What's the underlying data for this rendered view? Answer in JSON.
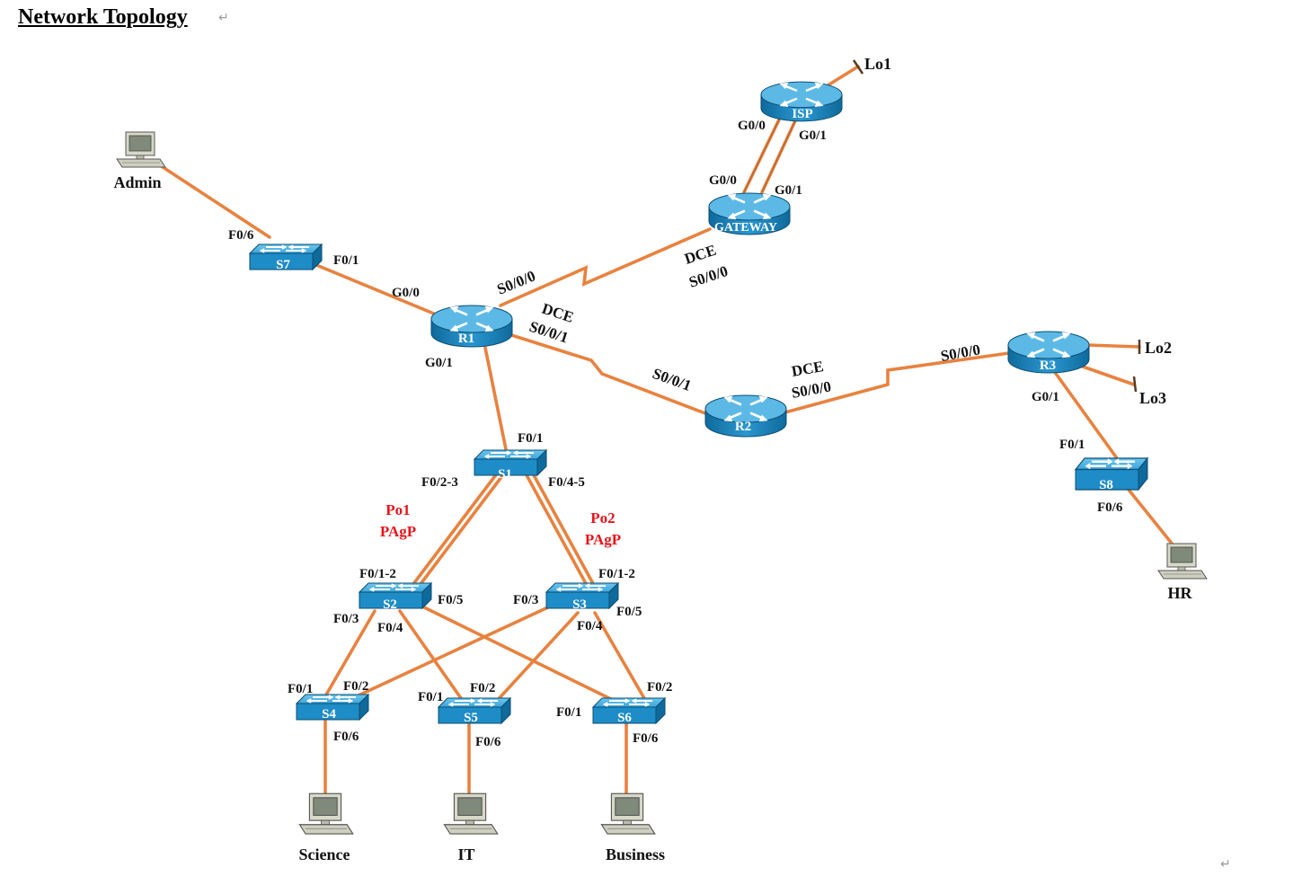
{
  "title": "Network Topology",
  "return_mark": "↵",
  "devices": {
    "isp": "ISP",
    "gateway": "GATEWAY",
    "r1": "R1",
    "r2": "R2",
    "r3": "R3",
    "s1": "S1",
    "s2": "S2",
    "s3": "S3",
    "s4": "S4",
    "s5": "S5",
    "s6": "S6",
    "s7": "S7",
    "s8": "S8"
  },
  "hosts": {
    "admin": "Admin",
    "hr": "HR",
    "science": "Science",
    "it": "IT",
    "business": "Business"
  },
  "loopbacks": {
    "lo1": "Lo1",
    "lo2": "Lo2",
    "lo3": "Lo3"
  },
  "port_labels": {
    "isp_g00": "G0/0",
    "isp_g01": "G0/1",
    "gw_g00": "G0/0",
    "gw_g01": "G0/1",
    "gw_dce": "DCE",
    "gw_s000": "S0/0/0",
    "r1_s000": "S0/0/0",
    "r1_dce": "DCE",
    "r1_s001": "S0/0/1",
    "r1_g00": "G0/0",
    "r1_g01": "G0/1",
    "r2_s001": "S0/0/1",
    "r2_dce": "DCE",
    "r2_s000": "S0/0/0",
    "r3_s000": "S0/0/0",
    "r3_g01": "G0/1",
    "s7_f06": "F0/6",
    "s7_f01": "F0/1",
    "s8_f01": "F0/1",
    "s8_f06": "F0/6",
    "s1_f01": "F0/1",
    "s1_f023": "F0/2-3",
    "s1_f045": "F0/4-5",
    "s2_f012": "F0/1-2",
    "s2_f05": "F0/5",
    "s2_f03": "F0/3",
    "s2_f04": "F0/4",
    "s3_f012": "F0/1-2",
    "s3_f03": "F0/3",
    "s3_f05": "F0/5",
    "s3_f04": "F0/4",
    "s4_f01": "F0/1",
    "s4_f02": "F0/2",
    "s4_f06": "F0/6",
    "s5_f01": "F0/1",
    "s5_f02": "F0/2",
    "s5_f06": "F0/6",
    "s6_f01": "F0/1",
    "s6_f02": "F0/2",
    "s6_f06": "F0/6"
  },
  "etherchannels": {
    "po1": "Po1",
    "po1_proto": "PAgP",
    "po2": "Po2",
    "po2_proto": "PAgP"
  },
  "colors": {
    "link": "#e8823f",
    "link_dark": "#5a3a20",
    "device_top": "#4fb3e0",
    "device_side": "#1b80b8",
    "device_dark": "#0e5c88",
    "etherchannel_label": "#e8131b",
    "pc_body": "#cfcfbf",
    "pc_screen": "#7f8a7a"
  }
}
